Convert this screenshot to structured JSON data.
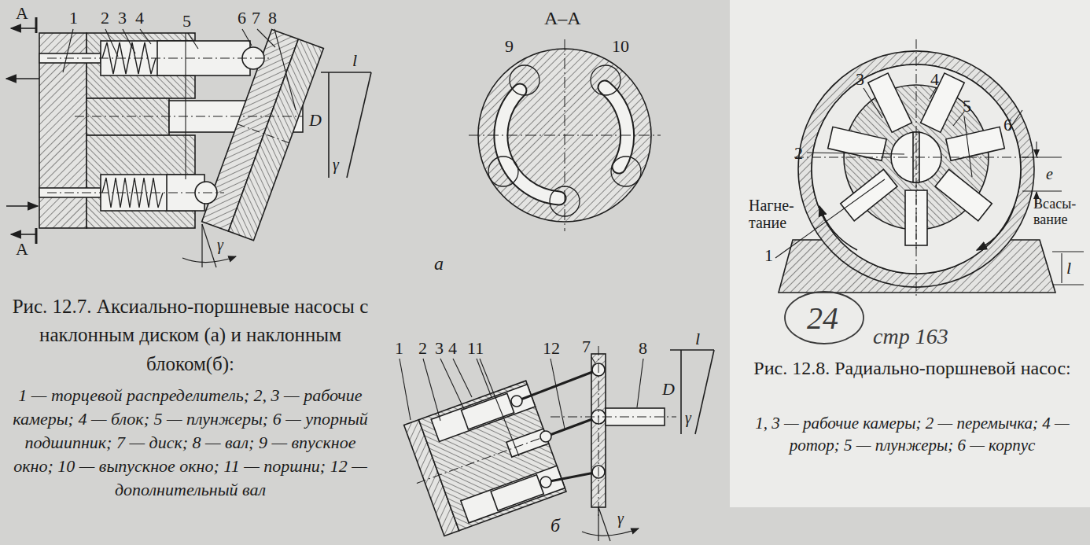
{
  "diagram": {
    "labels": [
      "1",
      "2",
      "3",
      "4",
      "5",
      "6",
      "7",
      "8",
      "А",
      "А",
      "l",
      "D",
      "γ",
      "γ",
      "А–А",
      "9",
      "10",
      "а",
      "1",
      "2",
      "3",
      "4",
      "11",
      "12",
      "7",
      "8",
      "l",
      "D",
      "γ",
      "γ",
      "б",
      "Рис. 12.7. Аксиально-поршневые насосы с наклонным диском (а) и наклонным блоком(б):",
      "1 — торцевой распределитель; 2, 3 — рабочие камеры; 4 — блок; 5 — плунжеры; 6 — упорный подшипник; 7 — диск; 8 — вал; 9 — впускное окно; 10 — выпускное окно; 11 — поршни; 12 — дополнительный вал",
      "3",
      "4",
      "5",
      "2",
      "6",
      "е",
      "Нагне- тание",
      "Всасы- вание",
      "1",
      "l",
      "24",
      "стр 163",
      "Рис. 12.8. Радиально-поршневой насос:",
      "1, 3 — рабочие камеры; 2 — перемычка; 4 — ротор; 5 — плунжеры; 6 — корпус"
    ]
  }
}
